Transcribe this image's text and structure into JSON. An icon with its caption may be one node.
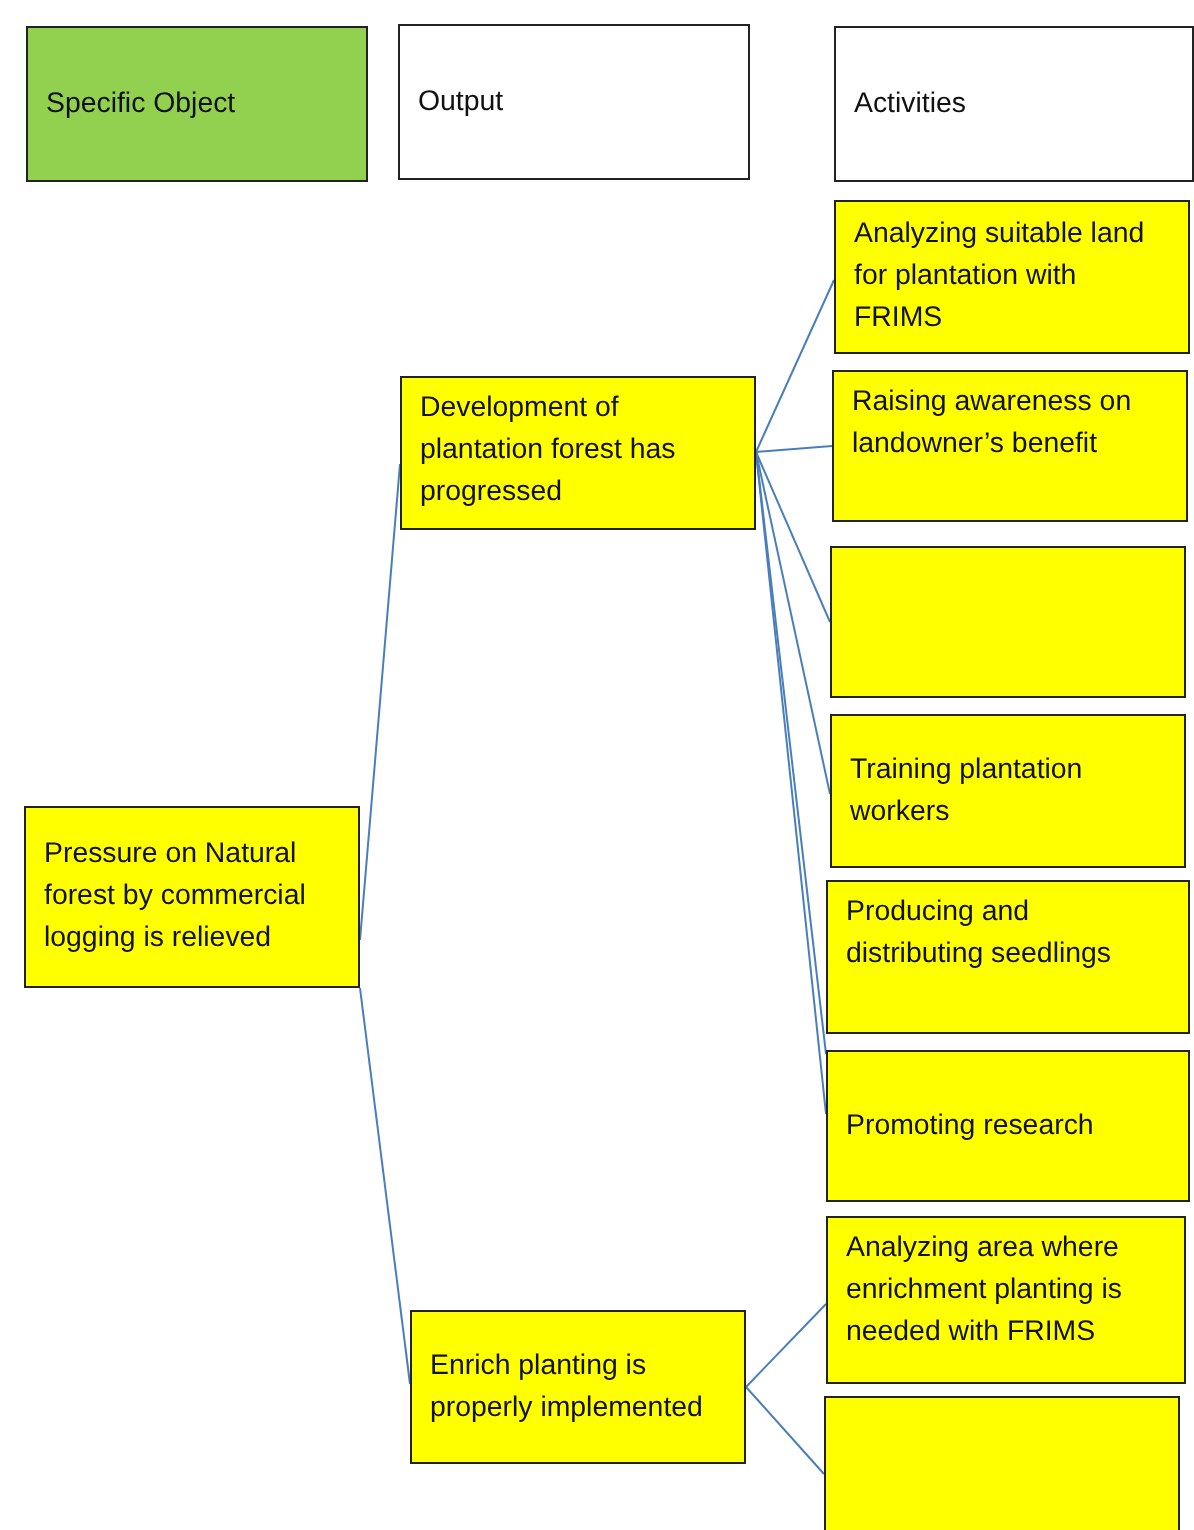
{
  "diagram": {
    "nodes": [
      {
        "text": [
          "Specific Object"
        ]
      },
      {
        "text": [
          "Output"
        ]
      },
      {
        "text": [
          "Activities"
        ]
      },
      {
        "text": [
          "Pressure on Natural forest by commercial logging is relieved"
        ]
      },
      {
        "text": [
          "Development of plantation forest has progressed"
        ]
      },
      {
        "text": [
          "Enrich planting is properly implemented"
        ]
      },
      {
        "text": [
          "Analyzing suitable land for plantation with FRIMS"
        ]
      },
      {
        "text": [
          "Raising awareness on landowner’s benefit"
        ]
      },
      {
        "text": [],
        "shape": "box"
      },
      {
        "text": [
          "Training plantation workers"
        ]
      },
      {
        "text": [
          "Producing and distributing seedlings"
        ]
      },
      {
        "text": [
          "Promoting research"
        ]
      },
      {
        "text": [
          "Analyzing area where enrichment planting is needed with FRIMS"
        ]
      },
      {
        "text": [],
        "shape": "box"
      }
    ],
    "edges": [
      {
        "from": 3,
        "to": 4,
        "arrow": "none"
      },
      {
        "from": 3,
        "to": 5,
        "arrow": "none"
      },
      {
        "from": 4,
        "to": 6,
        "arrow": "none"
      },
      {
        "from": 4,
        "to": 7,
        "arrow": "none"
      },
      {
        "from": 4,
        "to": 8,
        "arrow": "none"
      },
      {
        "from": 4,
        "to": 9,
        "arrow": "none"
      },
      {
        "from": 4,
        "to": 10,
        "arrow": "none"
      },
      {
        "from": 4,
        "to": 11,
        "arrow": "none"
      },
      {
        "from": 5,
        "to": 12,
        "arrow": "none"
      },
      {
        "from": 5,
        "to": 13,
        "arrow": "none"
      }
    ]
  }
}
